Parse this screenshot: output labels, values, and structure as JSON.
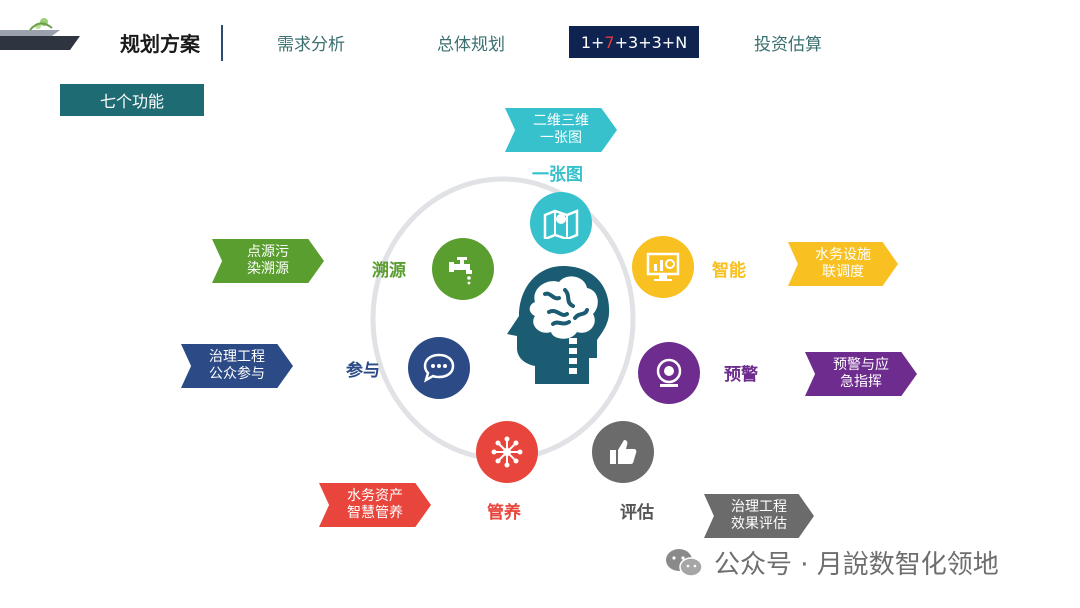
{
  "nav": {
    "active": "规划方案",
    "items": [
      "需求分析",
      "总体规划"
    ],
    "highlight": {
      "p1": "1+",
      "p2": "7",
      "p3": "+3+3+N"
    },
    "last": "投资估算"
  },
  "section_tag": "七个功能",
  "functions": {
    "map": {
      "label": "一张图",
      "tag_l1": "二维三维",
      "tag_l2": "一张图",
      "color": "#36c1cc"
    },
    "smart": {
      "label": "智能",
      "tag_l1": "水务设施",
      "tag_l2": "联调度",
      "color": "#f8c020"
    },
    "warn": {
      "label": "预警",
      "tag_l1": "预警与应",
      "tag_l2": "急指挥",
      "color": "#6d2c8e"
    },
    "evaluate": {
      "label": "评估",
      "tag_l1": "治理工程",
      "tag_l2": "效果评估",
      "color": "#6b6b6b"
    },
    "manage": {
      "label": "管养",
      "tag_l1": "水务资产",
      "tag_l2": "智慧管养",
      "color": "#e8453c"
    },
    "engage": {
      "label": "参与",
      "tag_l1": "治理工程",
      "tag_l2": "公众参与",
      "color": "#2b4a86"
    },
    "trace": {
      "label": "溯源",
      "tag_l1": "点源污",
      "tag_l2": "染溯源",
      "color": "#5a9e2f"
    }
  },
  "watermark": "公众号 · 月說数智化领地"
}
